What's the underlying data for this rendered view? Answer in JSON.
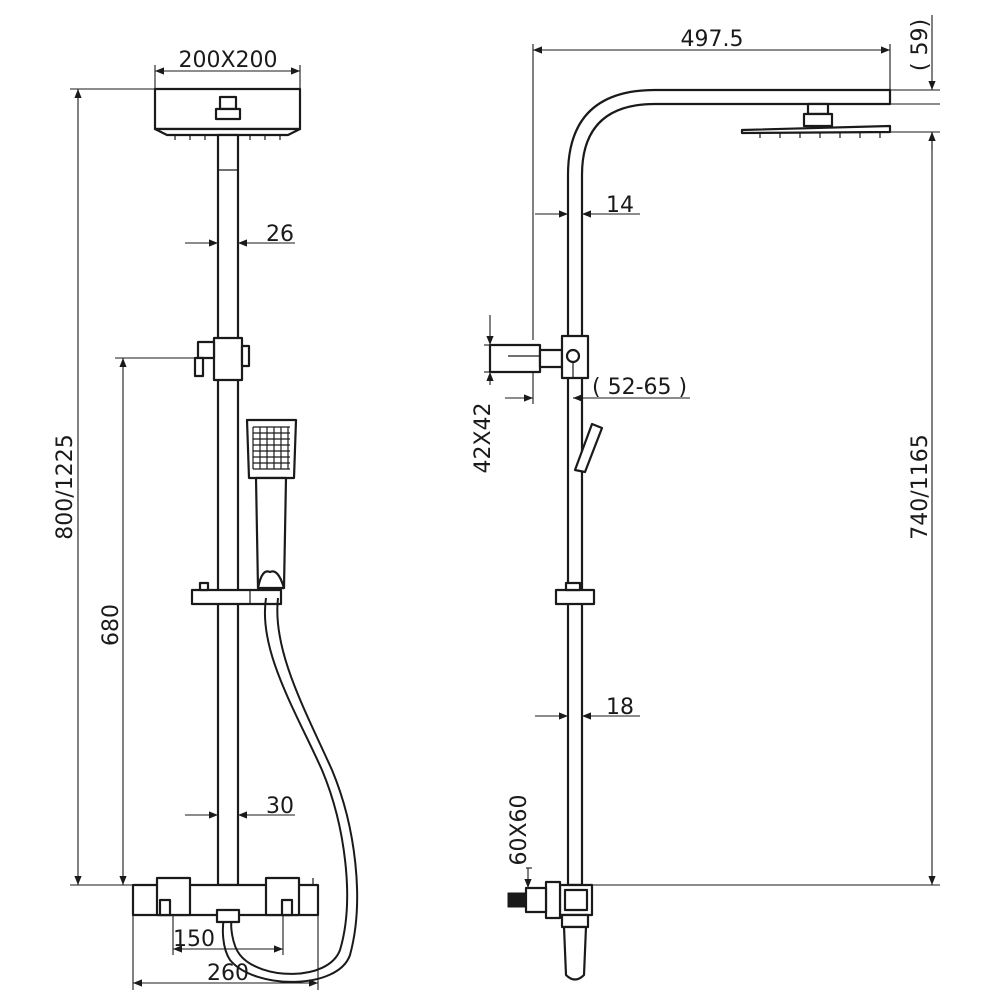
{
  "colors": {
    "line": "#1a1a1a",
    "background": "#ffffff"
  },
  "front_view": {
    "head_size": "200X200",
    "rail_diameter": "26",
    "total_height": "800/1225",
    "bracket_height": "680",
    "pipe_diameter": "30",
    "outlet_spacing": "150",
    "body_width": "260"
  },
  "side_view": {
    "arm_reach": "497.5",
    "head_drop": "( 59)",
    "arm_diameter": "14",
    "bracket_projection": "( 52-65 )",
    "bracket_size": "42X42",
    "riser_height": "740/1165",
    "riser_diameter": "18",
    "elbow_size": "60X60"
  }
}
